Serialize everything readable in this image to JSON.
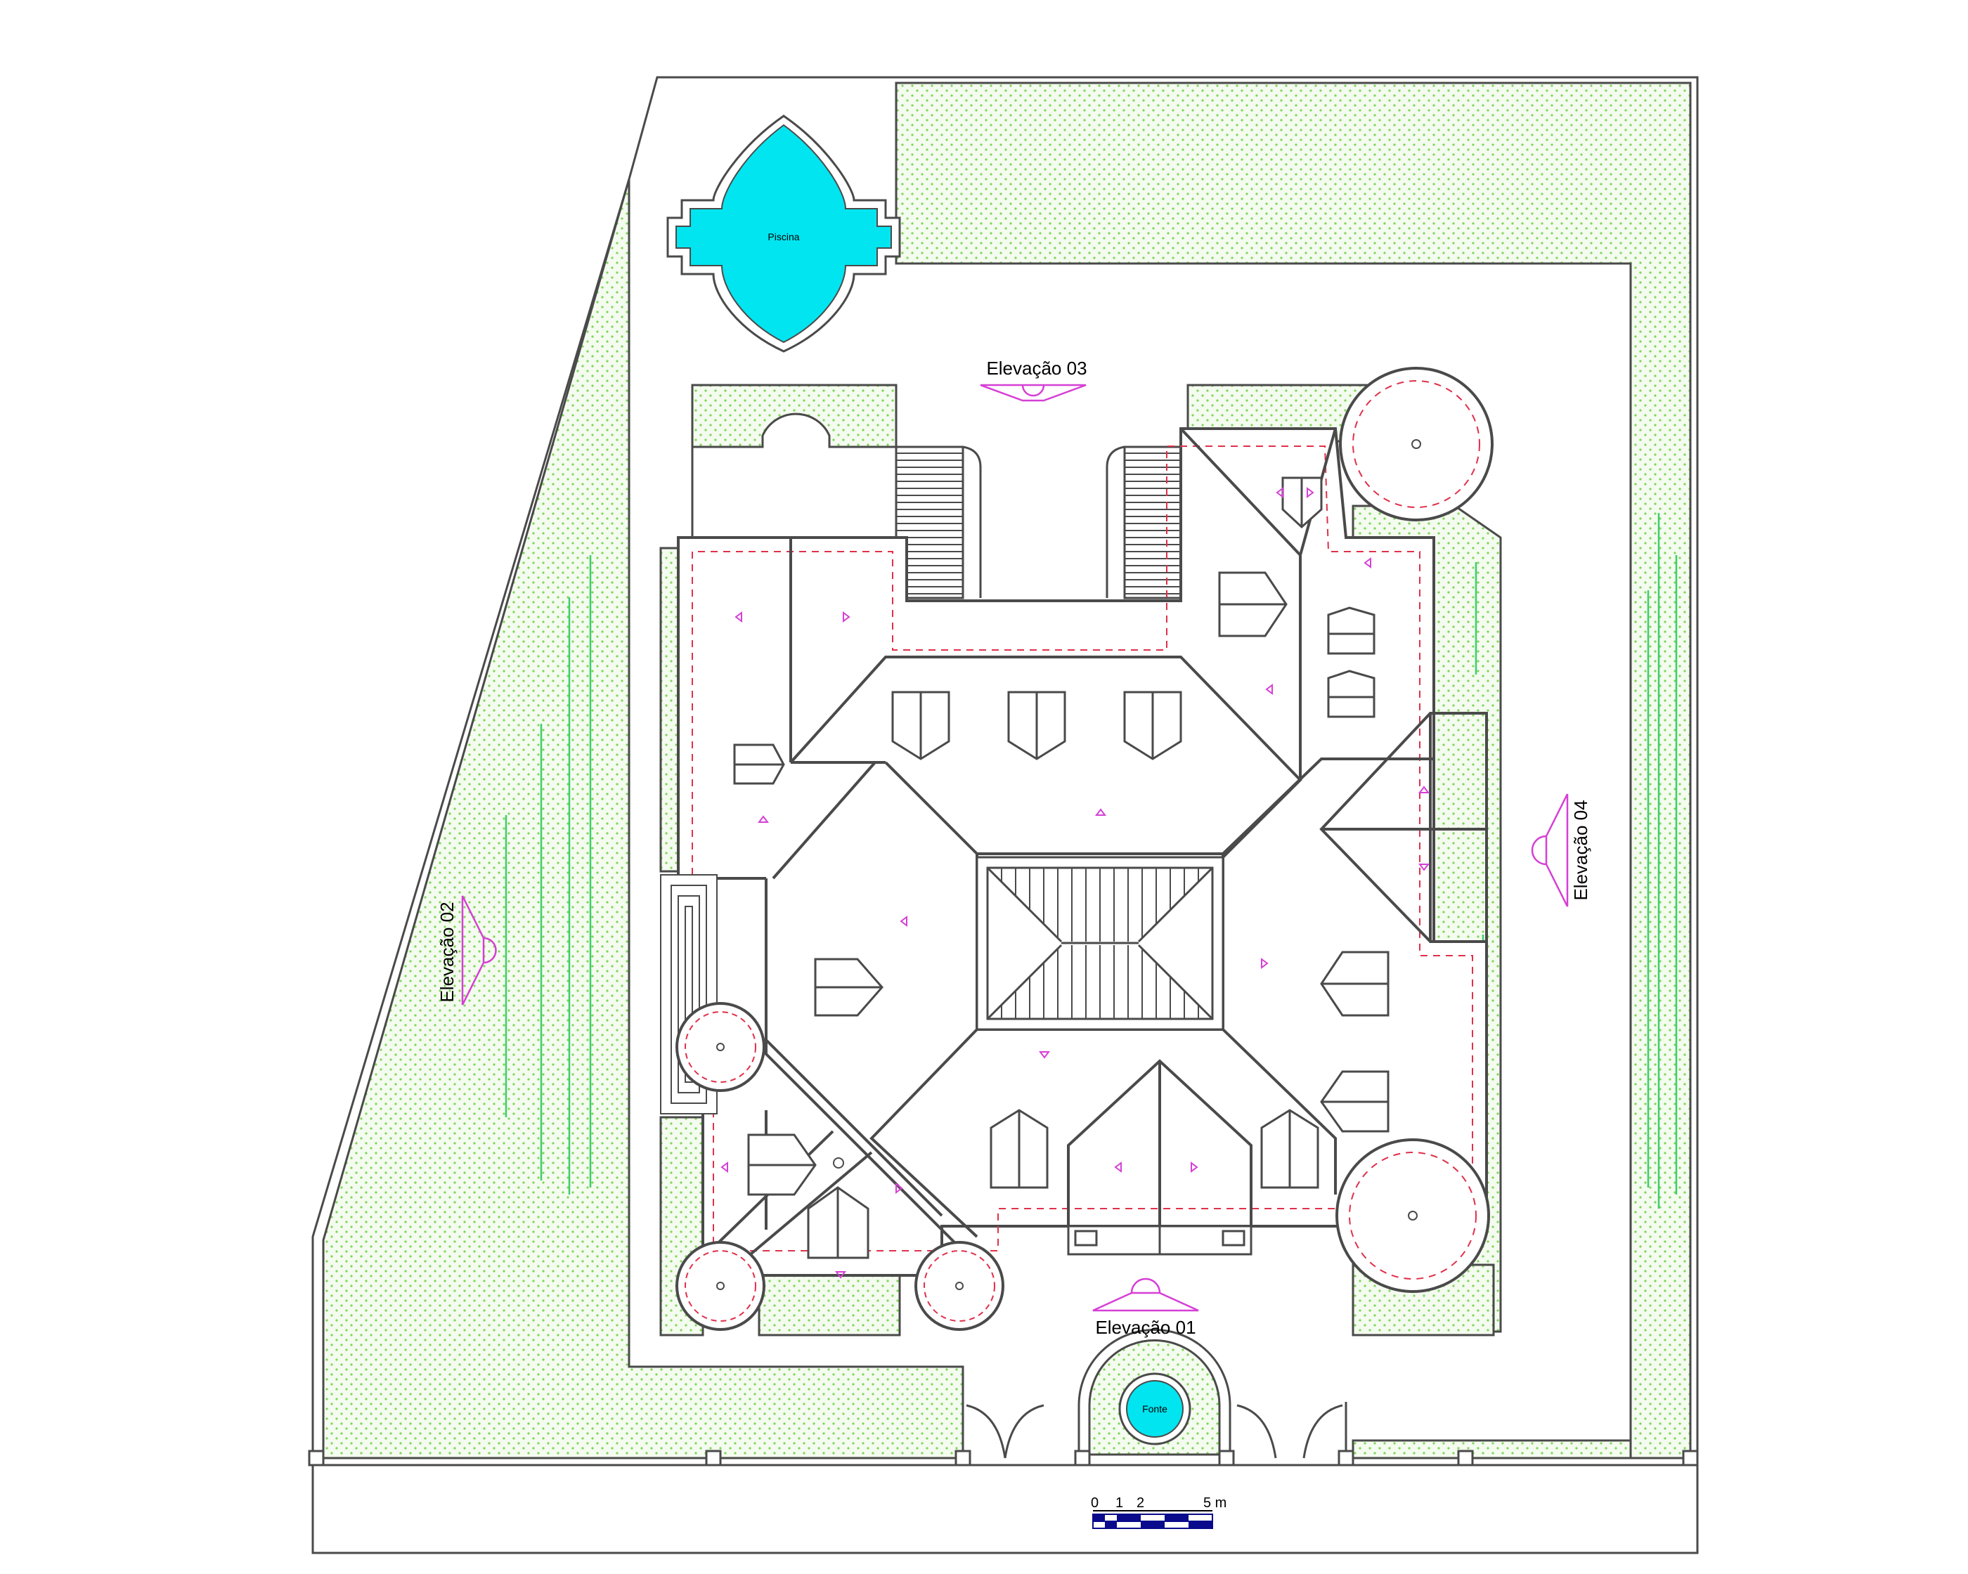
{
  "labels": {
    "pool": "Piscina",
    "fountain": "Fonte",
    "elevation_01": "Elevação 01",
    "elevation_02": "Elevação 02",
    "elevation_03": "Elevação 03",
    "elevation_04": "Elevação 04"
  },
  "scale_bar": {
    "ticks": [
      "0",
      "1",
      "2",
      "5 m"
    ]
  },
  "colors": {
    "line": "#4a4a4a",
    "lawn_dots": "#7fd65a",
    "pool_water": "#00e5f0",
    "elevation_marker": "#d63fd6",
    "roof_edge_dash": "#e0304a",
    "garden_lines": "#3ccf6a",
    "scale_dark": "#0a0a8c"
  }
}
